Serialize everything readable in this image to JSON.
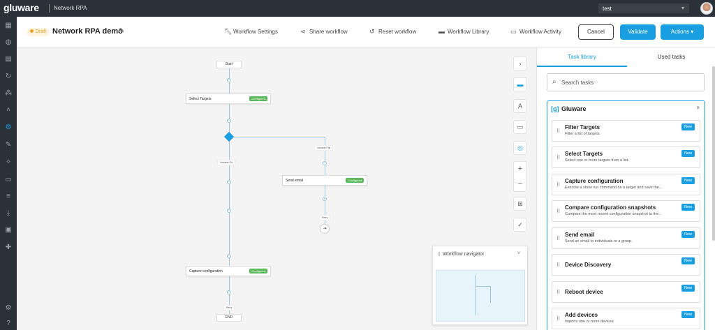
{
  "topbar": {
    "logo": "gluware",
    "app_name": "Network RPA",
    "tenant": "test"
  },
  "header": {
    "status_badge": "Draft",
    "title": "Network RPA demo",
    "buttons": {
      "workflow_settings": "Workflow Settings",
      "share_workflow": "Share workflow",
      "reset_workflow": "Reset workflow",
      "workflow_library": "Workflow Library",
      "workflow_activity": "Workflow Activity",
      "cancel": "Cancel",
      "validate": "Validate",
      "actions": "Actions"
    }
  },
  "canvas": {
    "start_label": "Start",
    "end_label": "END",
    "configured_label": "Configured",
    "nodes": {
      "select_targets": "Select Targets",
      "send_email": "Send email",
      "capture_configuration": "Capture configuration"
    },
    "branches": {
      "left": "Variable Ok",
      "right": "Variable Fail"
    },
    "retry_label": "Retry"
  },
  "navigator": {
    "title": "Workflow navigator"
  },
  "task_library": {
    "tabs": {
      "task_library": "Task library",
      "used_tasks": "Used tasks"
    },
    "search_placeholder": "Search tasks",
    "group": {
      "logo": "[g]",
      "name": "Gluware"
    },
    "new_badge": "New",
    "tasks": [
      {
        "name": "Filter Targets",
        "desc": "Filter a list of targets."
      },
      {
        "name": "Select Targets",
        "desc": "Select one or more targets from a list."
      },
      {
        "name": "Capture configuration",
        "desc": "Execute a show run command on a target and save the..."
      },
      {
        "name": "Compare configuration snapshots",
        "desc": "Compare the most recent configuration snapshot to the..."
      },
      {
        "name": "Send email",
        "desc": "Send an email to individuals or a group."
      },
      {
        "name": "Device Discovery",
        "desc": ""
      },
      {
        "name": "Reboot device",
        "desc": ""
      },
      {
        "name": "Add devices",
        "desc": "Imports one or more devices"
      }
    ]
  },
  "colors": {
    "accent": "#1a9ee2",
    "nav_bg": "#2b3138",
    "configured": "#5cb85c",
    "draft": "#f0a020"
  }
}
